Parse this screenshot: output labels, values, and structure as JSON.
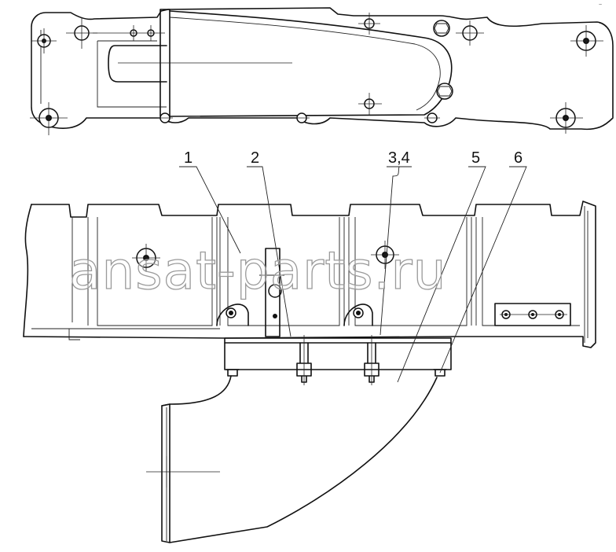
{
  "callouts": [
    {
      "id": "1",
      "label": "1"
    },
    {
      "id": "2",
      "label": "2"
    },
    {
      "id": "34",
      "label": "3,4"
    },
    {
      "id": "5",
      "label": "5"
    },
    {
      "id": "6",
      "label": "6"
    }
  ],
  "watermark": "ansat-parts.ru",
  "corner_mark": "~"
}
